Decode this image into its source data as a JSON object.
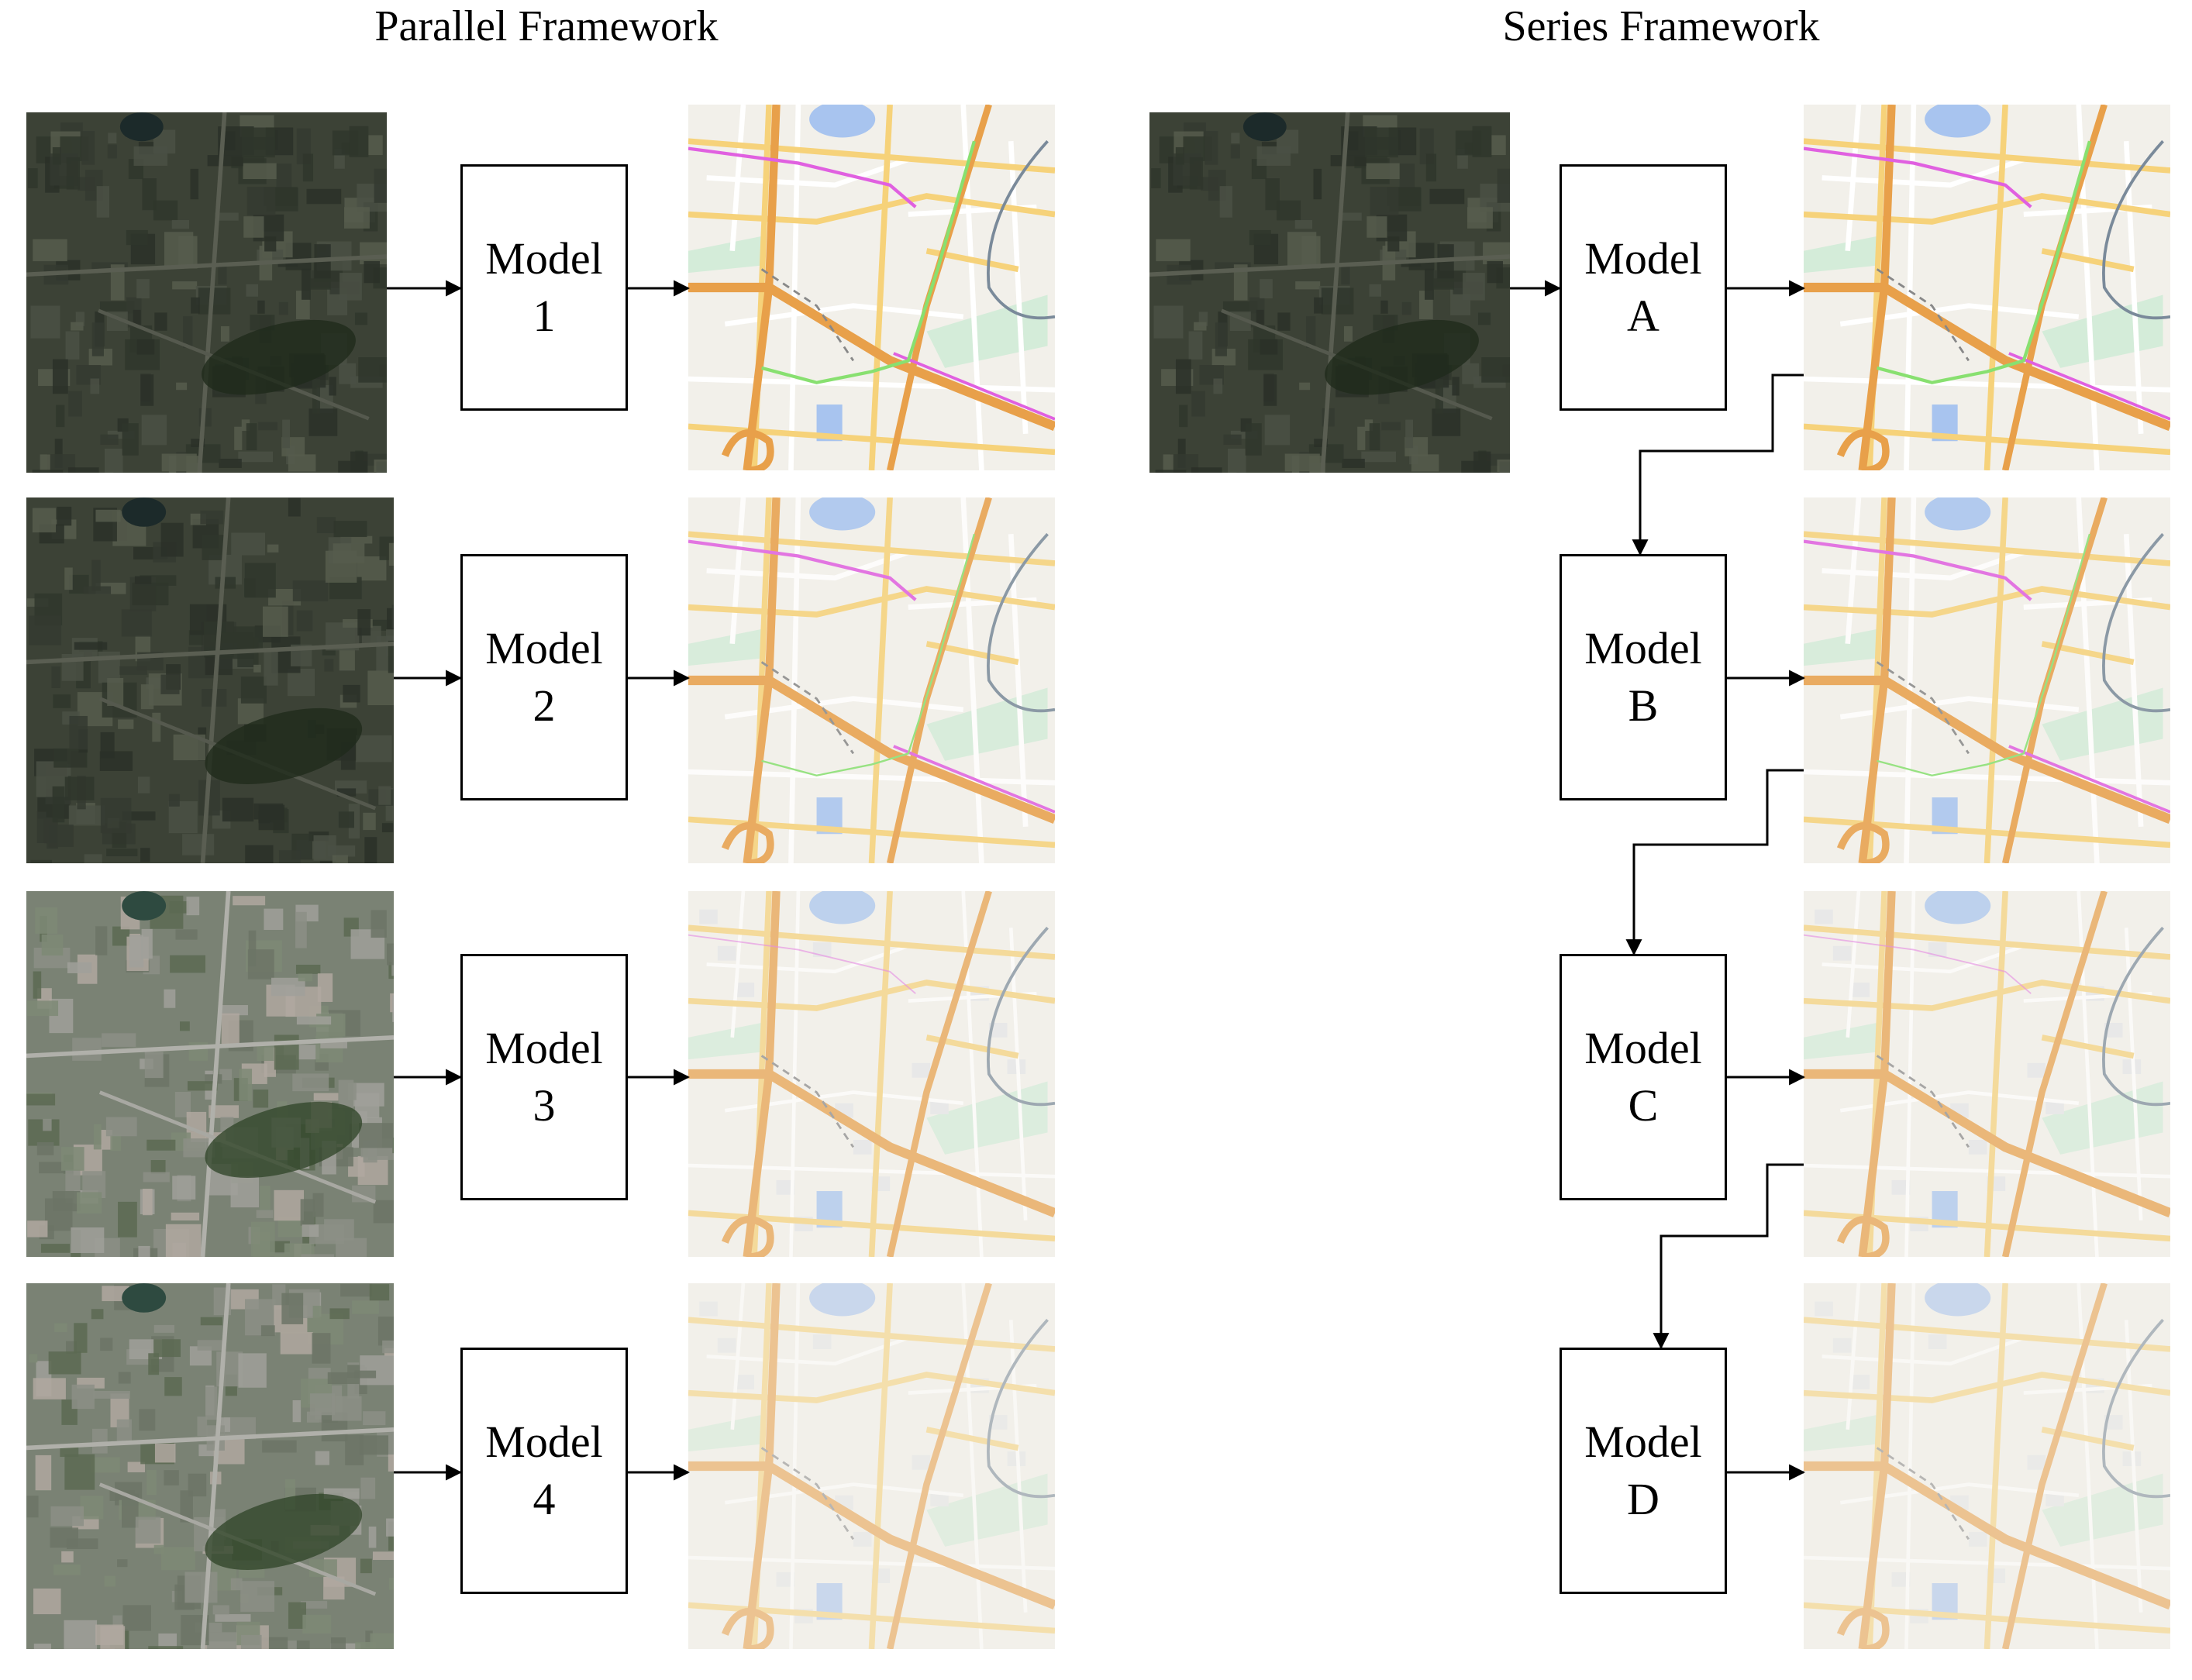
{
  "parallel": {
    "title": "Parallel Framework",
    "models": [
      {
        "line1": "Model",
        "line2": "1"
      },
      {
        "line1": "Model",
        "line2": "2"
      },
      {
        "line1": "Model",
        "line2": "3"
      },
      {
        "line1": "Model",
        "line2": "4"
      }
    ]
  },
  "series": {
    "title": "Series Framework",
    "models": [
      {
        "line1": "Model",
        "line2": "A"
      },
      {
        "line1": "Model",
        "line2": "B"
      },
      {
        "line1": "Model",
        "line2": "C"
      },
      {
        "line1": "Model",
        "line2": "D"
      }
    ]
  },
  "satellite_tiles": [
    {
      "palette": "dark"
    },
    {
      "palette": "dark"
    },
    {
      "palette": "bright"
    },
    {
      "palette": "bright"
    }
  ],
  "map_tiles": [
    {
      "detail_level": 1
    },
    {
      "detail_level": 2
    },
    {
      "detail_level": 3
    },
    {
      "detail_level": 4
    }
  ],
  "colors": {
    "map_background": "#f2f0ea",
    "major_road": "#e8a04a",
    "secondary_road": "#f6d27a",
    "minor_road": "#ffffff",
    "water": "#a8c4ef",
    "park": "#d4ecd9",
    "railway": "#888888",
    "magenta_line": "#e060e0",
    "green_line": "#88e070"
  }
}
